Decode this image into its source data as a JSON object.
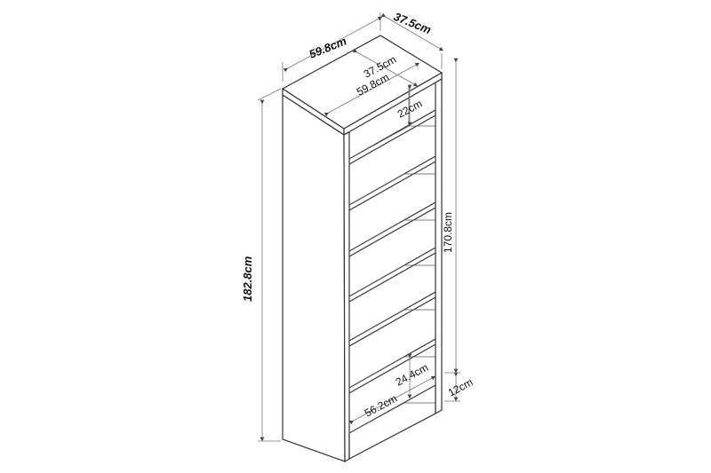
{
  "diagram": {
    "subject": "bookshelf-dimensions",
    "labels": {
      "outer_width": "59.8cm",
      "outer_depth": "37.5cm",
      "top_depth": "37.5cm",
      "top_width": "59.8cm",
      "top_shelf_gap": "22cm",
      "total_height": "182.8cm",
      "inner_height": "170.8cm",
      "bottom_shelf_gap": "24.4cm",
      "plinth_height": "12cm",
      "inner_width": "56.2cm"
    }
  }
}
